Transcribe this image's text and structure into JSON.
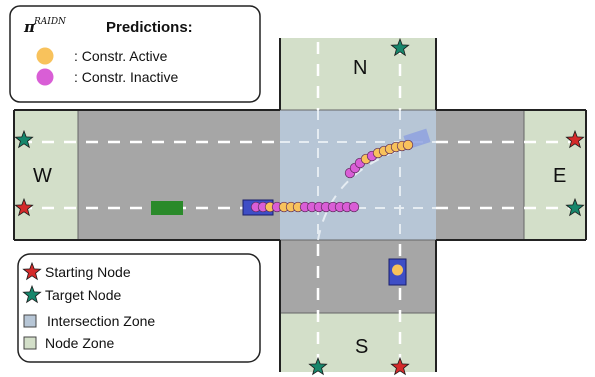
{
  "colors": {
    "road": "#a6a6a6",
    "road_edge": "#222222",
    "node_zone": "#d3dfc9",
    "intersection_zone": "#b7c6d6",
    "lane_mark": "#ffffff",
    "start_star": "#d42a2a",
    "target_star": "#16866b",
    "constr_active": "#f8c25c",
    "constr_inactive": "#d95ed6",
    "ego_vehicle": "#3e4ec6",
    "other_vehicle": "#2a8a2a"
  },
  "nodes": {
    "north": "N",
    "south": "S",
    "west": "W",
    "east": "E"
  },
  "predictions_legend": {
    "symbol": "π",
    "superscript": "RAIDN",
    "title": "Predictions:",
    "active_label": ": Constr. Active",
    "inactive_label": ": Constr. Inactive"
  },
  "zone_legend": {
    "starting_node": "Starting Node",
    "target_node": "Target Node",
    "intersection_zone": "Intersection Zone",
    "node_zone": "Node Zone"
  },
  "icons": {
    "start": "red-star-icon",
    "target": "green-star-icon"
  }
}
